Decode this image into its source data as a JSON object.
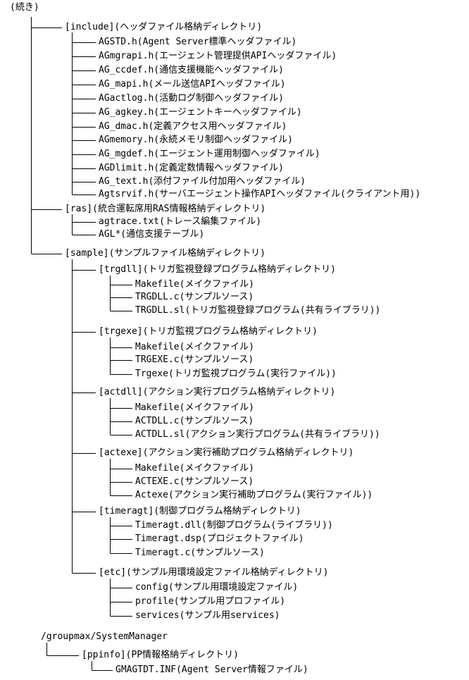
{
  "heading": "(続き)",
  "include": {
    "label": "[include](ヘッダファイル格納ディレクトリ)",
    "files": [
      "AGSTD.h(Agent Server標準ヘッダファイル)",
      "AGmgrapi.h(エージェント管理提供APIヘッダファイル)",
      "AG_ccdef.h(通信支援機能ヘッダファイル)",
      "AG_mapi.h(メール送信APIヘッダファイル)",
      "AGactlog.h(活動ログ制御ヘッダファイル)",
      "AG_agkey.h(エージェントキーヘッダファイル)",
      "AG_dmac.h(定義アクセス用ヘッダファイル)",
      "AGmemory.h(永続メモリ制御ヘッダファイル)",
      "AG_mgdef.h(エージェント運用制御ヘッダファイル)",
      "AGDlimit.h(定義定数情報ヘッダファイル)",
      "AG_text.h(添付ファイル付加用ヘッダファイル)",
      "Agtsrvif.h(サーバエージェント操作APIヘッダファイル(クライアント用))"
    ]
  },
  "ras": {
    "label": "[ras](統合運転席用RAS情報格納ディレクトリ)",
    "files": [
      "agtrace.txt(トレース編集ファイル)",
      "AGL*(通信支援テーブル)"
    ]
  },
  "sample": {
    "label": "[sample](サンプルファイル格納ディレクトリ)",
    "dirs": [
      {
        "label": "[trgdll](トリガ監視登録プログラム格納ディレクトリ)",
        "files": [
          "Makefile(メイクファイル)",
          "TRGDLL.c(サンプルソース)",
          "TRGDLL.sl(トリガ監視登録プログラム(共有ライブラリ))"
        ]
      },
      {
        "label": "[trgexe](トリガ監視プログラム格納ディレクトリ)",
        "files": [
          "Makefile(メイクファイル)",
          "TRGEXE.c(サンプルソース)",
          "Trgexe(トリガ監視プログラム(実行ファイル))"
        ]
      },
      {
        "label": "[actdll](アクション実行プログラム格納ディレクトリ)",
        "files": [
          "Makefile(メイクファイル)",
          "ACTDLL.c(サンプルソース)",
          "ACTDLL.sl(アクション実行プログラム(共有ライブラリ))"
        ]
      },
      {
        "label": "[actexe](アクション実行補助プログラム格納ディレクトリ)",
        "files": [
          "Makefile(メイクファイル)",
          "ACTEXE.c(サンプルソース)",
          "Actexe(アクション実行補助プログラム(実行ファイル))"
        ]
      },
      {
        "label": "[timeragt](制御プログラム格納ディレクトリ)",
        "files": [
          "Timeragt.dll(制御プログラム(ライブラリ))",
          "Timeragt.dsp(プロジェクトファイル)",
          "Timeragt.c(サンプルソース)"
        ]
      },
      {
        "label": "[etc](サンプル用環境設定ファイル格納ディレクトリ)",
        "files": [
          "config(サンプル用環境設定ファイル)",
          "profile(サンプル用プロファイル)",
          "services(サンプル用services)"
        ]
      }
    ]
  },
  "systemmanager": {
    "path": "/groupmax/SystemManager",
    "ppinfo": {
      "label": "[ppinfo](PP情報格納ディレクトリ)",
      "files": [
        "GMAGTDT.INF(Agent Server情報ファイル)"
      ]
    }
  }
}
